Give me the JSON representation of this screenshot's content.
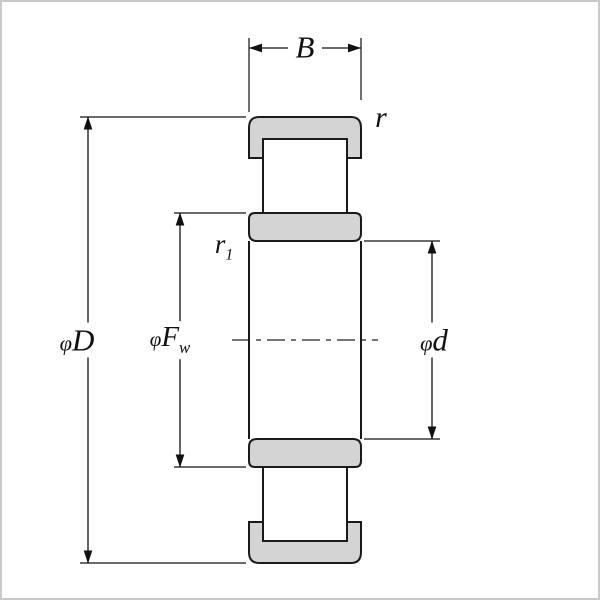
{
  "labels": {
    "width": {
      "text": "B"
    },
    "outer_corner_radius": {
      "text": "r"
    },
    "inner_corner_radius": {
      "base": "r",
      "sub": "1"
    },
    "outer_diameter": {
      "phi": "φ",
      "letter": "D"
    },
    "raceway_diameter": {
      "phi": "φ",
      "letter": "F",
      "sub": "w"
    },
    "bore_diameter": {
      "phi": "φ",
      "letter": "d"
    }
  },
  "colors": {
    "ring_fill": "#d4d4d4",
    "line": "#1a1a1a",
    "frame": "#c9c9c9",
    "background": "#ffffff"
  }
}
